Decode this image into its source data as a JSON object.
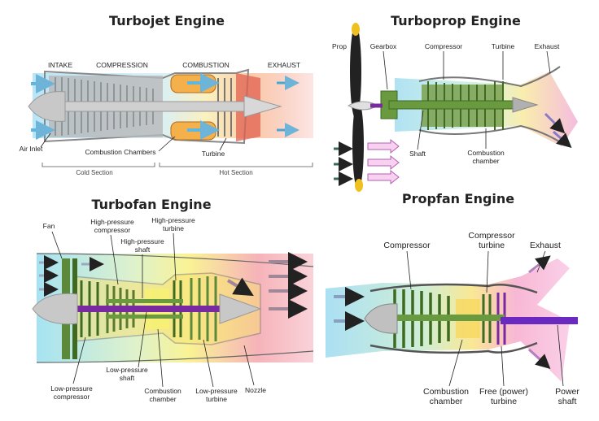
{
  "turbojet": {
    "title": "Turbojet Engine",
    "stages": [
      "INTAKE",
      "COMPRESSION",
      "COMBUSTION",
      "EXHAUST"
    ],
    "labels": [
      "Air Inlet",
      "Combustion Chambers",
      "Turbine"
    ],
    "sections": [
      "Cold Section",
      "Hot Section"
    ]
  },
  "turboprop": {
    "title": "Turboprop Engine",
    "labels": [
      "Prop",
      "Gearbox",
      "Compressor",
      "Turbine",
      "Exhaust",
      "Shaft",
      "Combustion",
      "chamber"
    ]
  },
  "turbofan": {
    "title": "Turbofan Engine",
    "labels": [
      "Fan",
      "High-pressure",
      "compressor",
      "High-pressure",
      "turbine",
      "High-pressure",
      "shaft",
      "Low-pressure",
      "compressor",
      "Low-pressure",
      "shaft",
      "Combustion",
      "chamber",
      "Low-pressure",
      "turbine",
      "Nozzle"
    ]
  },
  "propfan": {
    "title": "Propfan Engine",
    "labels": [
      "Compressor",
      "Compressor",
      "turbine",
      "Exhaust",
      "Combustion",
      "chamber",
      "Free (power)",
      "turbine",
      "Power",
      "shaft"
    ]
  },
  "colors": {
    "cold": "#7fd0ef",
    "hot": "#f06a5a",
    "compressor": "#5c8a3a",
    "shaft": "#7a2aa0",
    "metal": "#9a9a9a"
  }
}
